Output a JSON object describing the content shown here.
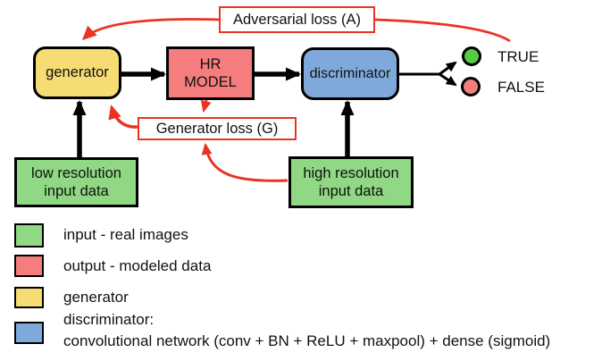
{
  "diagram": {
    "nodes": {
      "generator": {
        "label": "generator",
        "color": "#F6DD73"
      },
      "hr_model": {
        "label": "HR\nMODEL",
        "color": "#F57D7D"
      },
      "discriminator": {
        "label": "discriminator",
        "color": "#7FA9DB"
      },
      "low_res_input": {
        "label": "low resolution\ninput data",
        "color": "#90D883"
      },
      "high_res_input": {
        "label": "high resolution\ninput data",
        "color": "#90D883"
      }
    },
    "loss_labels": {
      "adversarial": {
        "label": "Adversarial loss (A)",
        "border_color": "#EA3323"
      },
      "generator_loss": {
        "label": "Generator loss (G)",
        "border_color": "#EA3323"
      }
    },
    "outputs": {
      "true": {
        "label": "TRUE",
        "color": "#58CB46"
      },
      "false": {
        "label": "FALSE",
        "color": "#F57D7D"
      }
    }
  },
  "legend": {
    "items": [
      {
        "swatch_color": "#90D883",
        "label": "input - real images"
      },
      {
        "swatch_color": "#F57D7D",
        "label": "output - modeled data"
      },
      {
        "swatch_color": "#F6DD73",
        "label": "generator"
      },
      {
        "swatch_color": "#7FA9DB",
        "label": "discriminator:\nconvolutional network (conv + BN + ReLU + maxpool) + dense (sigmoid)"
      }
    ]
  },
  "colors": {
    "arrow_black": "#000000",
    "arrow_red": "#EA3323",
    "background": "#FFFFFF"
  }
}
